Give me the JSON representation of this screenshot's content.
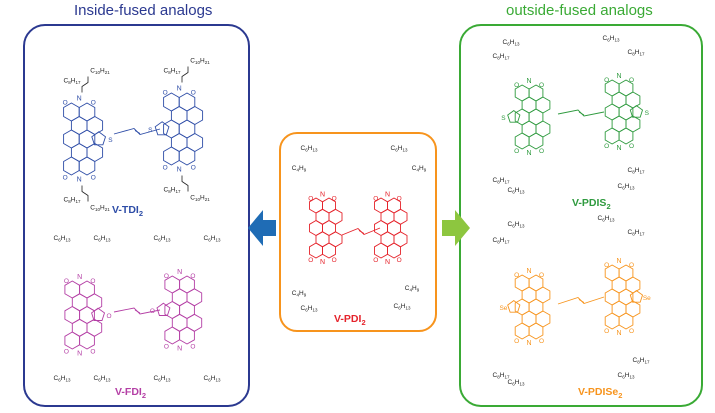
{
  "titles": {
    "inside": "Inside-fused analogs",
    "outside": "outside-fused analogs"
  },
  "colors": {
    "inside_border": "#2b3990",
    "outside_border": "#3aaa35",
    "center_border": "#f7941d",
    "tdi": "#2e4da7",
    "fdi": "#b43fa5",
    "pdi": "#e5232b",
    "pdis": "#2e9a3e",
    "pdise": "#f7941d",
    "arrow_left": "#1f6cb5",
    "arrow_right": "#8dc63f"
  },
  "labels": {
    "tdi": {
      "main": "V-TDI",
      "sub": "2"
    },
    "fdi": {
      "main": "V-FDI",
      "sub": "2"
    },
    "pdi": {
      "main": "V-PDI",
      "sub": "2"
    },
    "pdis": {
      "main": "V-PDIS",
      "sub": "2"
    },
    "pdise": {
      "main": "V-PDISe",
      "sub": "2"
    }
  },
  "heteroatoms": {
    "thiophene": "S",
    "furan": "O",
    "selenophene": "Se",
    "imide_n": "N",
    "carbonyl_o": "O"
  },
  "chains": {
    "c10": "C10H21",
    "c8": "C8H17",
    "c6": "C6H13",
    "c4": "C4H9"
  },
  "icons": [
    "arrow-left-icon",
    "arrow-right-icon"
  ]
}
